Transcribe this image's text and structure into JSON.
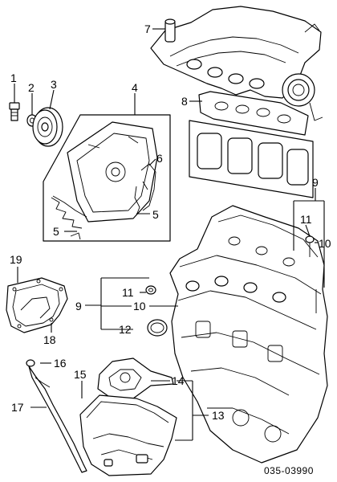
{
  "diagram_id": "035-03990",
  "callouts": {
    "c1": "1",
    "c2": "2",
    "c3": "3",
    "c4": "4",
    "c5a": "5",
    "c5b": "5",
    "c6": "6",
    "c7": "7",
    "c8": "8",
    "c9a": "9",
    "c9b": "9",
    "c10a": "10",
    "c10b": "10",
    "c11a": "11",
    "c11b": "11",
    "c12": "12",
    "c13": "13",
    "c14": "14",
    "c15": "15",
    "c16": "16",
    "c17": "17",
    "c18": "18",
    "c19": "19"
  }
}
